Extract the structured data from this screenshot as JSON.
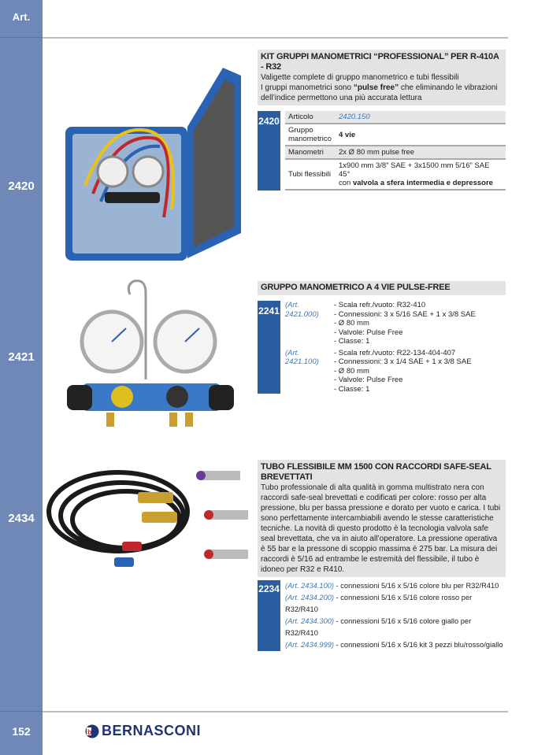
{
  "header": {
    "section_label": "Art."
  },
  "side_numbers": [
    "2420",
    "2421",
    "2434"
  ],
  "footer": {
    "page": "152",
    "brand": "BERNASCONI"
  },
  "s1": {
    "title": "KIT GRUPPI MANOMETRICI “PROFESSIONAL” PER R-410A - R32",
    "line1": "Valigette complete di gruppo manometrico e tubi flessibili",
    "line2a": "I gruppi manometrici sono ",
    "line2b": "“pulse free”",
    "line2c": " che eliminando le vibrazioni",
    "line3": "dell’indice permettono una più accurata lettura",
    "code": "2420",
    "table": [
      {
        "k": "Articolo",
        "v": "2420.150"
      },
      {
        "k": "Gruppo manometrico",
        "v": "4 vie"
      },
      {
        "k": "Manometri",
        "v": "2x Ø 80 mm pulse free"
      },
      {
        "k": "Tubi flessibili",
        "v1": "1x900 mm 3/8” SAE + 3x1500 mm 5/16” SAE 45°",
        "v2a": "con ",
        "v2b": "valvola a sfera intermedia e depressore"
      }
    ]
  },
  "s2": {
    "title": "GRUPPO MANOMETRICO A 4 VIE PULSE-FREE",
    "code": "2241",
    "items": [
      {
        "art": "(Art. 2421.000)",
        "lines": [
          "- Scala refr./vuoto: R32-410",
          "- Connessioni: 3 x 5/16 SAE + 1 x 3/8 SAE",
          "- Ø 80 mm",
          "- Valvole: Pulse Free",
          "- Classe: 1"
        ]
      },
      {
        "art": "(Art. 2421.100)",
        "lines": [
          "- Scala refr./vuoto: R22-134-404-407",
          "- Connessioni: 3 x 1/4 SAE + 1 x 3/8 SAE",
          "- Ø 80 mm",
          "- Valvole: Pulse Free",
          "- Classe: 1"
        ]
      }
    ]
  },
  "s3": {
    "title": "TUBO FLESSIBILE MM 1500 CON RACCORDI SAFE-SEAL BREVETTATI",
    "desc": "Tubo professionale di alta qualità in gomma multistrato nera con raccordi safe-seal brevettati e codificati per colore: rosso per alta pressione, blu per bassa pressione e dorato per vuoto e carica. I tubi sono perfettamente intercambiabili avendo le stesse caratteristiche tecniche. La novità di questo prodotto è la tecnologia valvola safe seal brevettata, che va in aiuto all’operatore. La pressione operativa è 55 bar e la pressone di scoppio massima è 275 bar. La misura dei raccordi è 5/16 ad entrambe le estremità del flessibile, il tubo è idoneo per R32 e R410.",
    "code": "2234",
    "items": [
      {
        "art": "(Art. 2434.100)",
        "text": "- connessioni 5/16 x 5/16 colore blu per R32/R410"
      },
      {
        "art": "(Art. 2434.200)",
        "text": "- connessioni 5/16 x 5/16 colore rosso per R32/R410"
      },
      {
        "art": "(Art. 2434.300)",
        "text": "- connessioni 5/16 x 5/16 colore giallo per R32/R410"
      },
      {
        "art": "(Art. 2434.999)",
        "text": "- connessioni 5/16 x 5/16 kit 3 pezzi blu/rosso/giallo"
      }
    ]
  }
}
